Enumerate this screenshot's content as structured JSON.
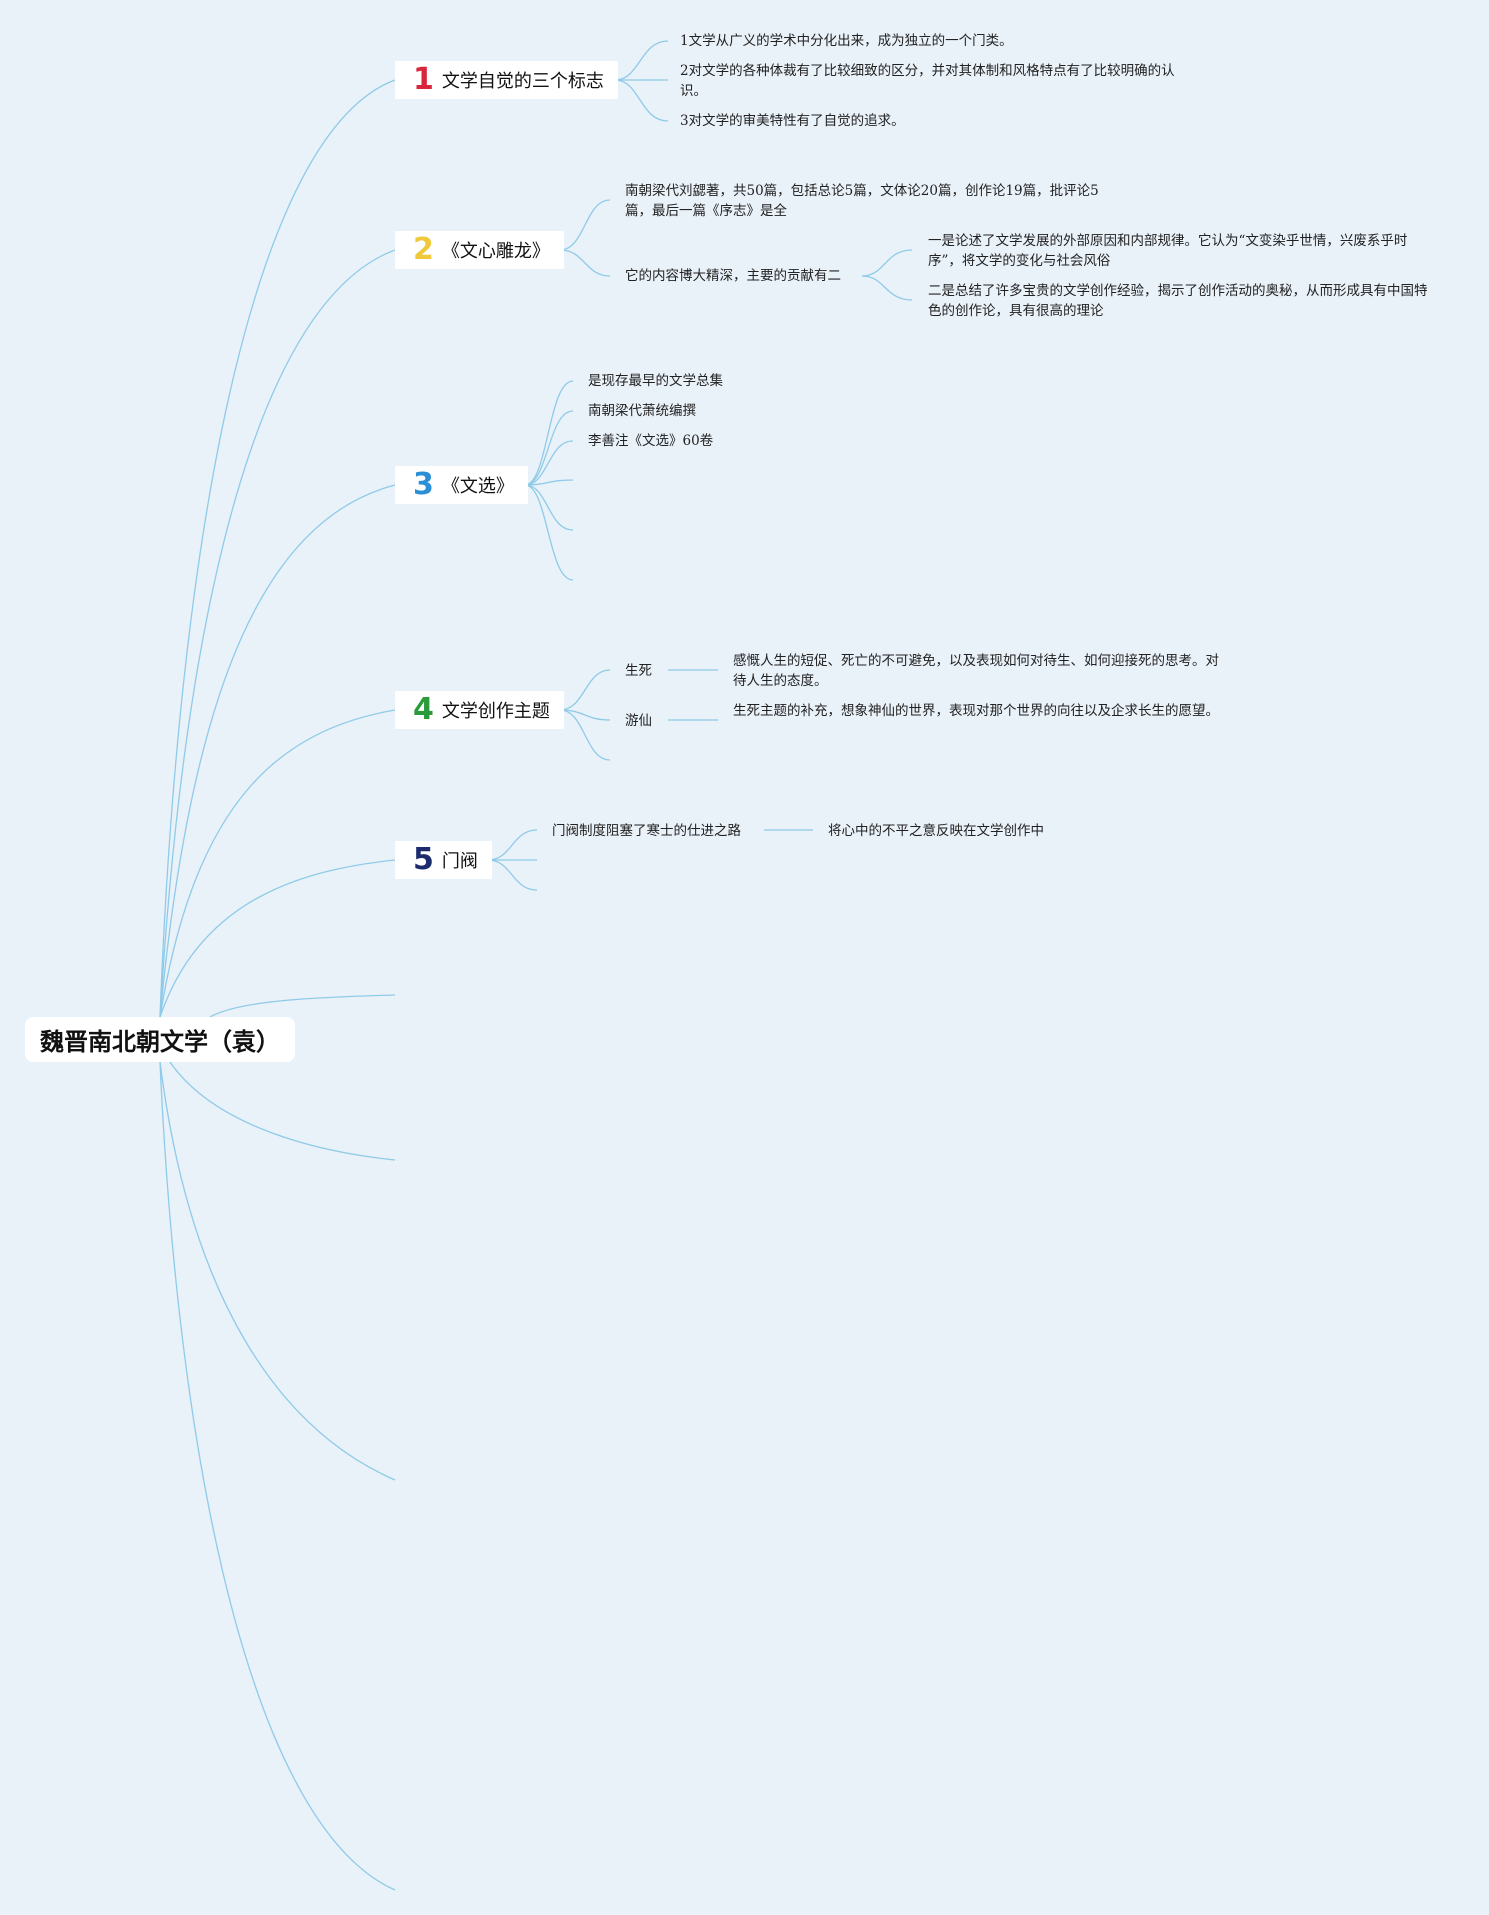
{
  "root": {
    "label": "魏晋南北朝文学（袁）"
  },
  "colors": {
    "line": "#8fcbe8",
    "n1": "#d9263b",
    "n2": "#f0c93b",
    "n3": "#2a8fd6",
    "n4": "#2a9a3a",
    "n5": "#1c2a6e"
  },
  "topics": [
    {
      "num": "1",
      "label": "文学自觉的三个标志",
      "items": [
        "1文学从广义的学术中分化出来，成为独立的一个门类。",
        "2对文学的各种体裁有了比较细致的区分，并对其体制和风格特点有了比较明确的认识。",
        "3对文学的审美特性有了自觉的追求。"
      ]
    },
    {
      "num": "2",
      "label": "《文心雕龙》",
      "items": [
        "南朝梁代刘勰著，共50篇，包括总论5篇，文体论20篇，创作论19篇，批评论5篇，最后一篇《序志》是全",
        "它的内容博大精深，主要的贡献有二"
      ],
      "sub": [
        "一是论述了文学发展的外部原因和内部规律。它认为“文变染乎世情，兴废系乎时序”，将文学的变化与社会风俗",
        "二是总结了许多宝贵的文学创作经验，揭示了创作活动的奥秘，从而形成具有中国特色的创作论，具有很高的理论"
      ]
    },
    {
      "num": "3",
      "label": "《文选》",
      "items": [
        "是现存最早的文学总集",
        "南朝梁代萧统编撰",
        "李善注《文选》60卷"
      ]
    },
    {
      "num": "4",
      "label": "文学创作主题",
      "items": [
        "生死",
        "游仙"
      ],
      "sub": [
        "感慨人生的短促、死亡的不可避免，以及表现如何对待生、如何迎接死的思考。对待人生的态度。",
        "生死主题的补充，想象神仙的世界，表现对那个世界的向往以及企求长生的愿望。"
      ]
    },
    {
      "num": "5",
      "label": "门阀",
      "items": [
        "门阀制度阻塞了寒士的仕进之路"
      ],
      "sub": [
        "将心中的不平之意反映在文学创作中"
      ]
    }
  ]
}
